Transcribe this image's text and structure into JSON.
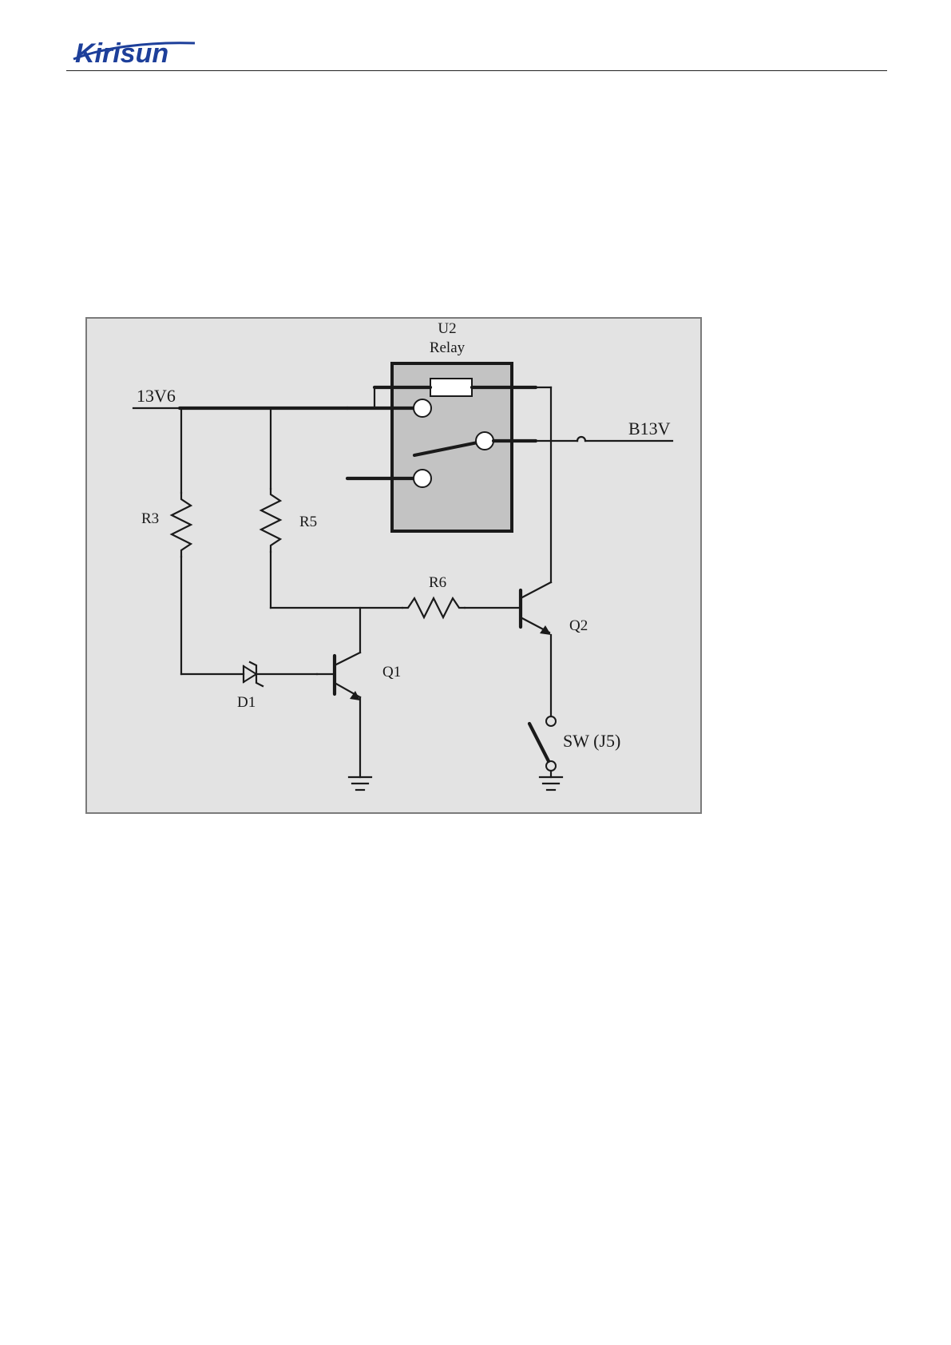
{
  "header": {
    "logo_text": "Kirisun",
    "colors": {
      "logo": "#1d3f9a",
      "rule": "#222222"
    }
  },
  "schematic": {
    "colors": {
      "background": "#e3e3e3",
      "relay_body": "#c3c3c3",
      "wire": "#1a1a1a"
    },
    "relay": {
      "ref": "U2",
      "name": "Relay"
    },
    "nets": {
      "input": "13V6",
      "output": "B13V"
    },
    "components": {
      "r3": "R3",
      "r5": "R5",
      "r6": "R6",
      "d1": "D1",
      "q1": "Q1",
      "q2": "Q2",
      "sw": "SW (J5)"
    }
  }
}
